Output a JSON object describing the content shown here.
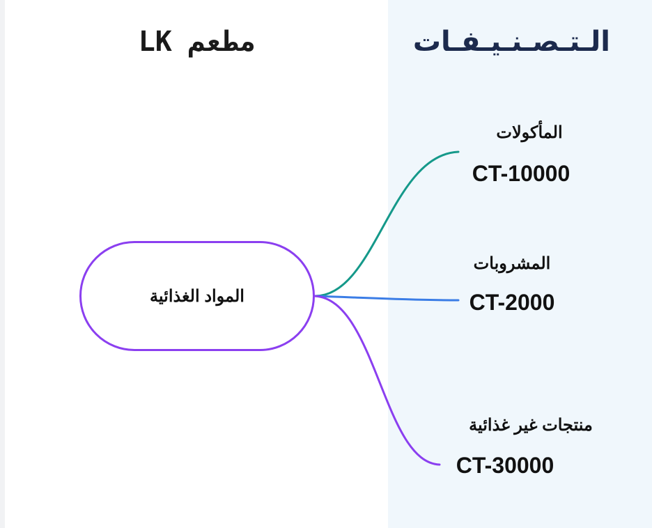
{
  "header": {
    "restaurant_title": "مطعم LK",
    "categories_title": "الـتـصـنـيـفـات"
  },
  "mindmap": {
    "central_label": "المواد الغذائية",
    "branches": [
      {
        "name": "المأكولات",
        "code": "CT-10000",
        "color": "#15998a"
      },
      {
        "name": "المشروبات",
        "code": "CT-2000",
        "color": "#3b7de6"
      },
      {
        "name": "منتجات غير غذائية",
        "code": "CT-30000",
        "color": "#8b3ff0"
      }
    ]
  },
  "colors": {
    "central_border": "#8b3ff0",
    "categories_panel_bg": "#f0f7fc",
    "categories_title_color": "#1c2a4d"
  }
}
